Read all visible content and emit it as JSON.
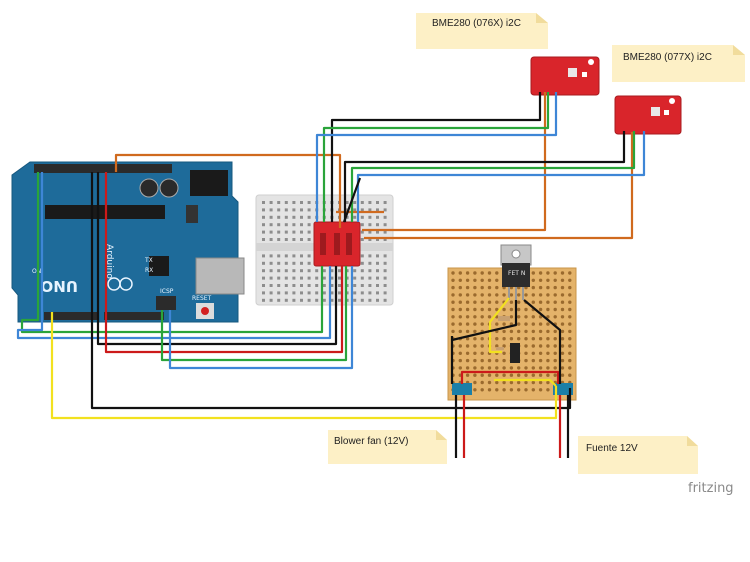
{
  "notes": {
    "bme_076x": "BME280 (076X) i2C",
    "bme_077x": "BME280 (077X)  i2C",
    "blower": "Blower fan (12V)",
    "fuente": "Fuente 12V"
  },
  "components": {
    "arduino_logo": "UNO",
    "arduino_brand": "Arduino",
    "tx_label": "TX",
    "rx_label": "RX",
    "on_label": "ON",
    "reset_label": "RESET",
    "icsp_label": "ICSP",
    "fet_label": "FET N"
  },
  "watermark": "fritzing",
  "colors": {
    "board_blue": "#1e6b9a",
    "perfboard": "#e4b36a",
    "breakout_red": "#d9252b",
    "wire_green": "#2aa43a",
    "wire_blue": "#3e86d6",
    "wire_black": "#111111",
    "wire_red": "#cc1a1a",
    "wire_orange": "#d06a1e",
    "wire_yellow": "#f2e11f",
    "note_bg": "#fdf0c6"
  }
}
